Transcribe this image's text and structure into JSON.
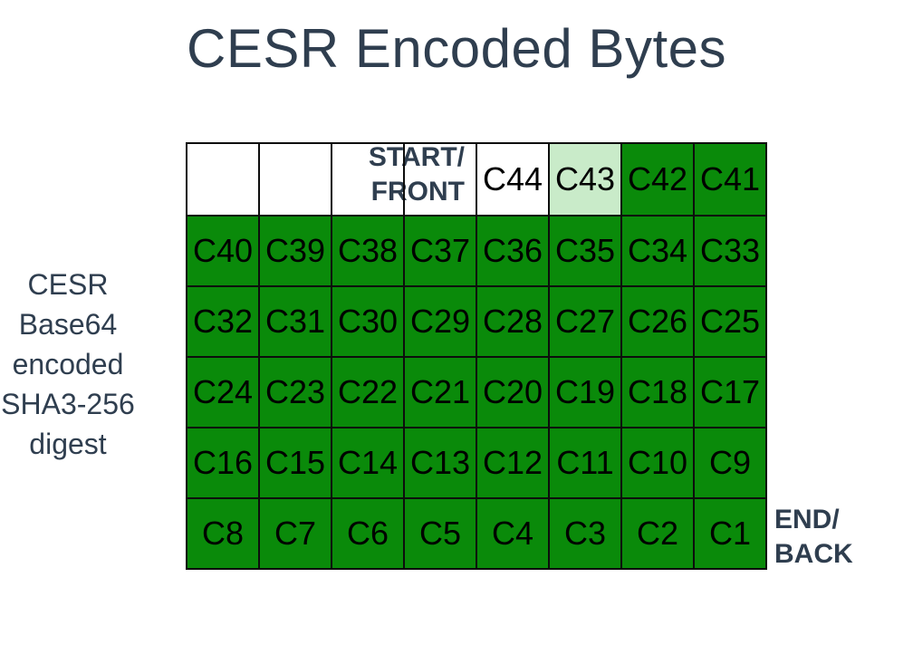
{
  "page": {
    "title": "CESR Encoded Bytes",
    "background_color": "#ffffff",
    "text_color": "#2f3e4f"
  },
  "colors": {
    "dark_green": "#0a8a0a",
    "light_green": "#c9ebc9",
    "white": "#ffffff",
    "cell_border": "#0d0d0d",
    "label_text": "#2f3e4f",
    "cell_text": "#000000"
  },
  "side_caption": {
    "lines": [
      "CESR",
      "Base64",
      "encoded",
      "SHA3-256",
      "digest"
    ]
  },
  "start_label": {
    "lines": [
      "START/",
      "FRONT"
    ]
  },
  "end_label": {
    "lines": [
      "END/",
      "BACK"
    ]
  },
  "grid": {
    "columns": 8,
    "rows": [
      {
        "name": "row-top",
        "cells": [
          {
            "label": "",
            "fill": "empty"
          },
          {
            "label": "",
            "fill": "empty"
          },
          {
            "label": "",
            "fill": "empty"
          },
          {
            "label": "",
            "fill": "empty"
          },
          {
            "label": "C44",
            "fill": "white"
          },
          {
            "label": "C43",
            "fill": "light"
          },
          {
            "label": "C42",
            "fill": "dark"
          },
          {
            "label": "C41",
            "fill": "dark"
          }
        ]
      },
      {
        "name": "row-2",
        "cells": [
          {
            "label": "C40",
            "fill": "dark"
          },
          {
            "label": "C39",
            "fill": "dark"
          },
          {
            "label": "C38",
            "fill": "dark"
          },
          {
            "label": "C37",
            "fill": "dark"
          },
          {
            "label": "C36",
            "fill": "dark"
          },
          {
            "label": "C35",
            "fill": "dark"
          },
          {
            "label": "C34",
            "fill": "dark"
          },
          {
            "label": "C33",
            "fill": "dark"
          }
        ]
      },
      {
        "name": "row-3",
        "cells": [
          {
            "label": "C32",
            "fill": "dark"
          },
          {
            "label": "C31",
            "fill": "dark"
          },
          {
            "label": "C30",
            "fill": "dark"
          },
          {
            "label": "C29",
            "fill": "dark"
          },
          {
            "label": "C28",
            "fill": "dark"
          },
          {
            "label": "C27",
            "fill": "dark"
          },
          {
            "label": "C26",
            "fill": "dark"
          },
          {
            "label": "C25",
            "fill": "dark"
          }
        ]
      },
      {
        "name": "row-4",
        "cells": [
          {
            "label": "C24",
            "fill": "dark"
          },
          {
            "label": "C23",
            "fill": "dark"
          },
          {
            "label": "C22",
            "fill": "dark"
          },
          {
            "label": "C21",
            "fill": "dark"
          },
          {
            "label": "C20",
            "fill": "dark"
          },
          {
            "label": "C19",
            "fill": "dark"
          },
          {
            "label": "C18",
            "fill": "dark"
          },
          {
            "label": "C17",
            "fill": "dark"
          }
        ]
      },
      {
        "name": "row-5",
        "cells": [
          {
            "label": "C16",
            "fill": "dark"
          },
          {
            "label": "C15",
            "fill": "dark"
          },
          {
            "label": "C14",
            "fill": "dark"
          },
          {
            "label": "C13",
            "fill": "dark"
          },
          {
            "label": "C12",
            "fill": "dark"
          },
          {
            "label": "C11",
            "fill": "dark"
          },
          {
            "label": "C10",
            "fill": "dark"
          },
          {
            "label": "C9",
            "fill": "dark"
          }
        ]
      },
      {
        "name": "row-6",
        "cells": [
          {
            "label": "C8",
            "fill": "dark"
          },
          {
            "label": "C7",
            "fill": "dark"
          },
          {
            "label": "C6",
            "fill": "dark"
          },
          {
            "label": "C5",
            "fill": "dark"
          },
          {
            "label": "C4",
            "fill": "dark"
          },
          {
            "label": "C3",
            "fill": "dark"
          },
          {
            "label": "C2",
            "fill": "dark"
          },
          {
            "label": "C1",
            "fill": "dark"
          }
        ]
      }
    ]
  }
}
